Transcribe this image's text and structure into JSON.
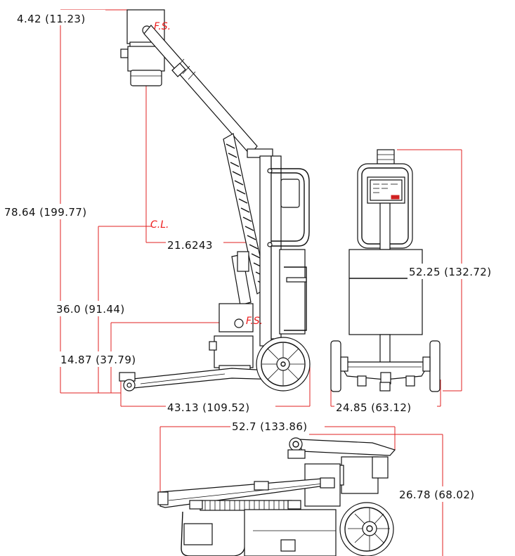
{
  "dimensions": {
    "d_4_42": "4.42 (11.23)",
    "d_78_64": "78.64 (199.77)",
    "d_36_0": "36.0 (91.44)",
    "d_14_87": "14.87 (37.79)",
    "d_21_62": "21.6243",
    "d_43_13": "43.13 (109.52)",
    "d_52_25": "52.25 (132.72)",
    "d_24_85": "24.85 (63.12)",
    "d_52_7": "52.7 (133.86)",
    "d_26_78": "26.78 (68.02)"
  },
  "markers": {
    "fs_top": "F.S.",
    "cl": "C.L.",
    "fs_mid": "F.S."
  },
  "colors": {
    "dimension_line": "#e02020",
    "outline": "#111111",
    "marker_text": "#ee1c1c"
  }
}
